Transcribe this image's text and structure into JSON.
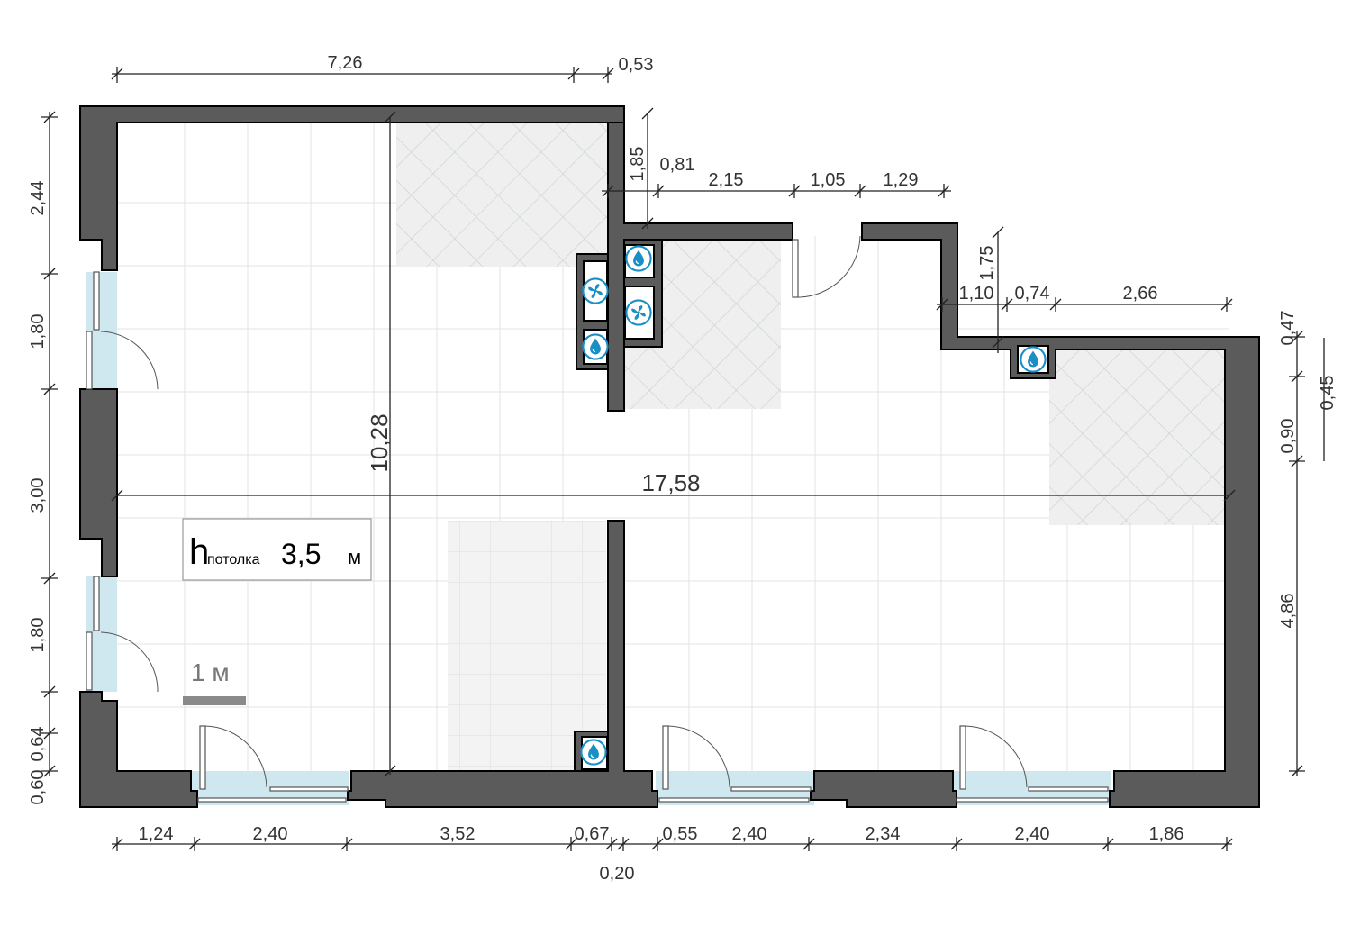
{
  "dimensions_top": {
    "d1": "7,26",
    "d2": "0,53",
    "d3": "1,85",
    "d4": "0,81",
    "d5": "2,15",
    "d6": "1,05",
    "d7": "1,29",
    "d8": "1,75",
    "d9": "1,10",
    "d10": "0,74",
    "d11": "2,66"
  },
  "dimensions_left": [
    "2,44",
    "1,80",
    "3,00",
    "1,80",
    "0,64",
    "0,60"
  ],
  "dimensions_right": [
    "0,47",
    "0,45",
    "0,90",
    "4,86"
  ],
  "dimensions_bottom": {
    "b1": "1,24",
    "b2": "2,40",
    "b3": "3,52",
    "b4": "0,67",
    "b5": "0,20",
    "b6": "0,55",
    "b7": "2,40",
    "b8": "2,34",
    "b9": "2,40",
    "b10": "1,86"
  },
  "interior": {
    "total_width": "17,58",
    "total_depth": "10,28"
  },
  "ceiling": {
    "h": "h",
    "sub": "потолка",
    "value": "3,5",
    "unit": "м"
  },
  "scale": {
    "label": "1 м"
  },
  "icons": {
    "water": "water-drop-icon",
    "fan": "ventilation-fan-icon"
  },
  "colors": {
    "wall": "#5b5b5b",
    "glass": "#cfe7ef",
    "tile": "#f2f2f2",
    "icon": "#1a8fc4"
  }
}
